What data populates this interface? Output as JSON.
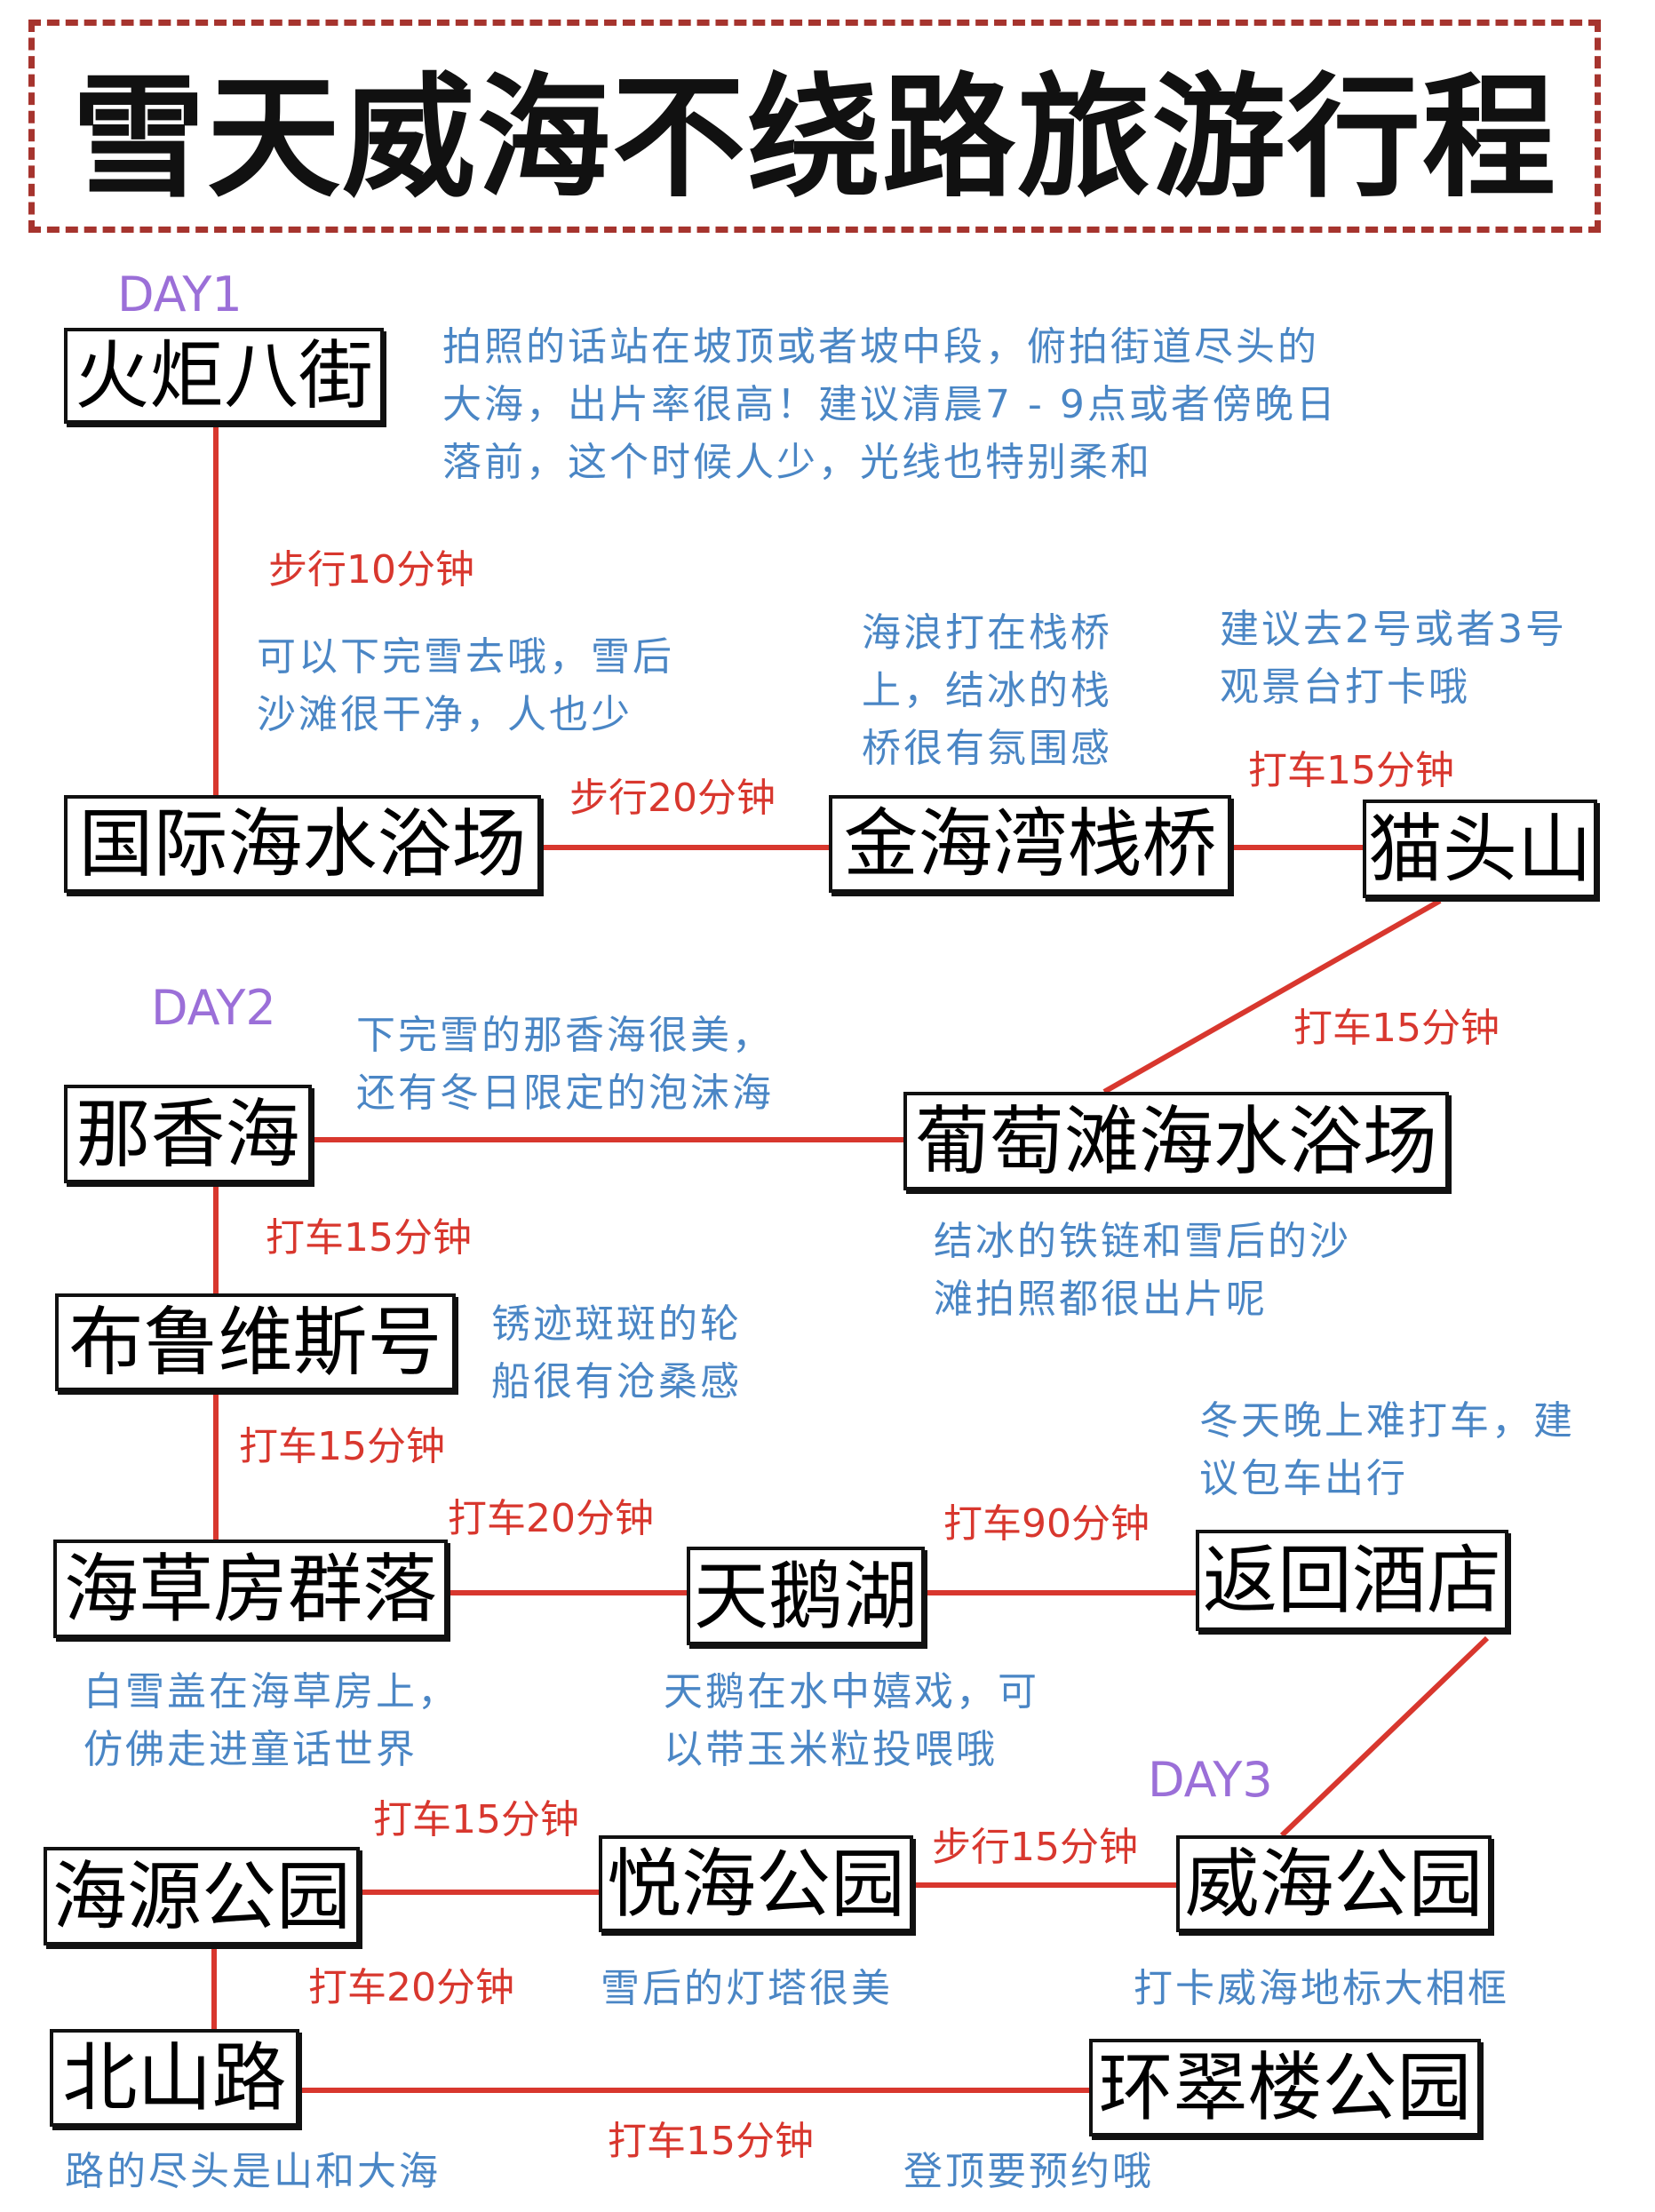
{
  "title": "雪天威海不绕路旅游行程",
  "colors": {
    "line": "#d8372e",
    "note": "#4a86c5",
    "day": "#9b6fd8",
    "border": "#a6342e"
  },
  "days": [
    "DAY1",
    "DAY2",
    "DAY3"
  ],
  "nodes": {
    "huoju": "火炬八街",
    "guoji": "国际海水浴场",
    "jinhaiwan": "金海湾栈桥",
    "maotoushan": "猫头山",
    "naxianghai": "那香海",
    "putaotan": "葡萄滩海水浴场",
    "buluweisi": "布鲁维斯号",
    "haicaofang": "海草房群落",
    "tianehu": "天鹅湖",
    "hotel": "返回酒店",
    "haiyuan": "海源公园",
    "yuehai": "悦海公园",
    "weihai": "威海公园",
    "beishan": "北山路",
    "huancuilou": "环翠楼公园"
  },
  "transits": {
    "t1": "步行10分钟",
    "t2": "步行20分钟",
    "t3": "打车15分钟",
    "t4": "打车15分钟",
    "t5": "打车15分钟",
    "t6": "打车15分钟",
    "t7": "打车20分钟",
    "t8": "打车90分钟",
    "t9": "打车15分钟",
    "t10": "步行15分钟",
    "t11": "打车20分钟",
    "t12": "打车15分钟"
  },
  "notes": {
    "huoju": [
      "拍照的话站在坡顶或者坡中段，俯拍街道尽头的",
      "大海，出片率很高！建议清晨7 - 9点或者傍晚日",
      "落前，这个时候人少，光线也特别柔和"
    ],
    "guoji": [
      "可以下完雪去哦，雪后",
      "沙滩很干净，人也少"
    ],
    "jinhaiwan": [
      "海浪打在栈桥",
      "上，结冰的栈",
      "桥很有氛围感"
    ],
    "maotoushan": [
      "建议去2号或者3号",
      "观景台打卡哦"
    ],
    "naxianghai": [
      "下完雪的那香海很美，",
      "还有冬日限定的泡沫海"
    ],
    "putaotan": [
      "结冰的铁链和雪后的沙",
      "滩拍照都很出片呢"
    ],
    "buluweisi": [
      "锈迹斑斑的轮",
      "船很有沧桑感"
    ],
    "hotel": [
      "冬天晚上难打车，建",
      "议包车出行"
    ],
    "haicaofang": [
      "白雪盖在海草房上，",
      "仿佛走进童话世界"
    ],
    "tianehu": [
      "天鹅在水中嬉戏，可",
      "以带玉米粒投喂哦"
    ],
    "yuehai": [
      "雪后的灯塔很美"
    ],
    "weihai": [
      "打卡威海地标大相框"
    ],
    "beishan": [
      "路的尽头是山和大海"
    ],
    "huancuilou": [
      "登顶要预约哦"
    ]
  }
}
